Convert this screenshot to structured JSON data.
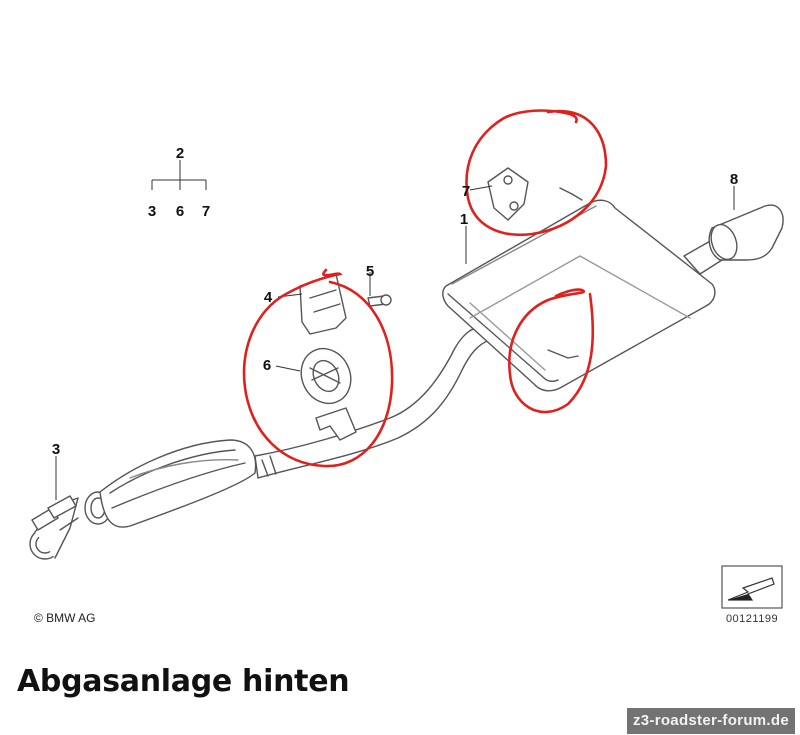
{
  "diagram": {
    "callouts": {
      "c1": "1",
      "c2": "2",
      "c3_group": "3",
      "c6_group": "6",
      "c7_group": "7",
      "c3": "3",
      "c4": "4",
      "c5": "5",
      "c6": "6",
      "c7": "7",
      "c8": "8"
    },
    "copyright": "© BMW AG",
    "part_number": "00121199",
    "line_color": "#555555",
    "highlight_color": "#e0201c"
  },
  "caption": "Abgasanlage hinten",
  "watermark": "z3-roadster-forum.de"
}
